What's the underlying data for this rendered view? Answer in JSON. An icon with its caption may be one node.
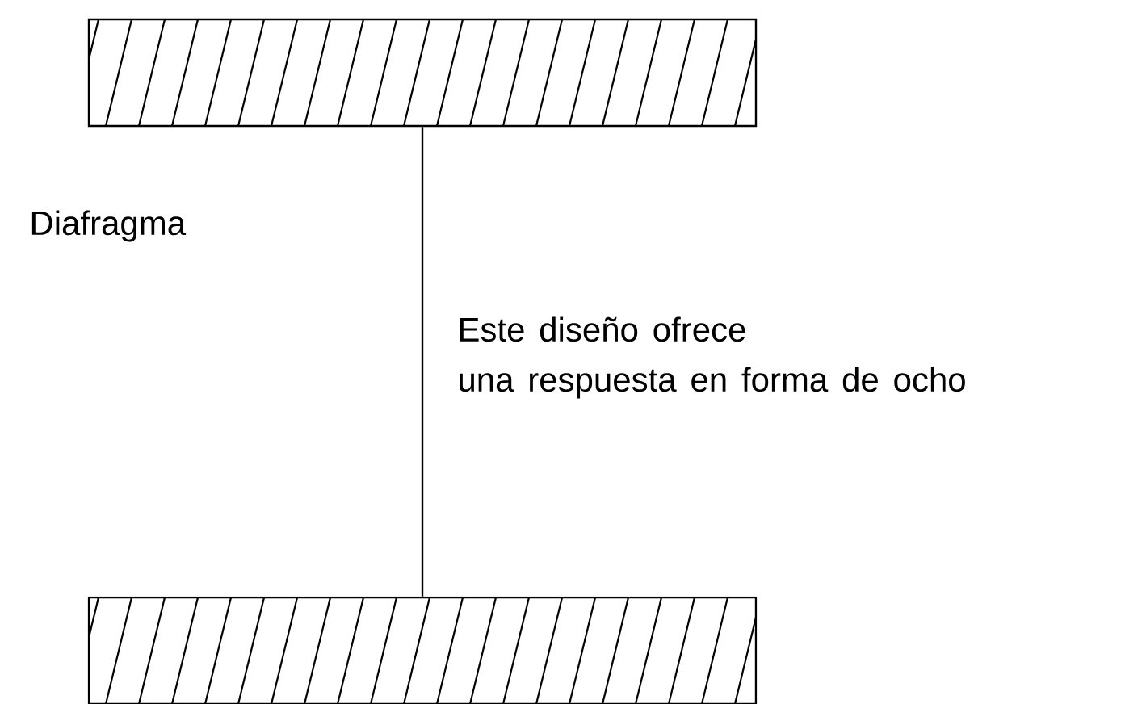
{
  "diagram": {
    "nodes": [
      {
        "text": [],
        "shape": "bar"
      },
      {
        "text": [],
        "shape": "bar"
      }
    ],
    "edges": [
      {
        "from": 0,
        "to": 1,
        "arrow": "none"
      }
    ],
    "labels": [
      "Diafragma",
      "Este diseño ofrece una respuesta en forma de ocho"
    ]
  }
}
